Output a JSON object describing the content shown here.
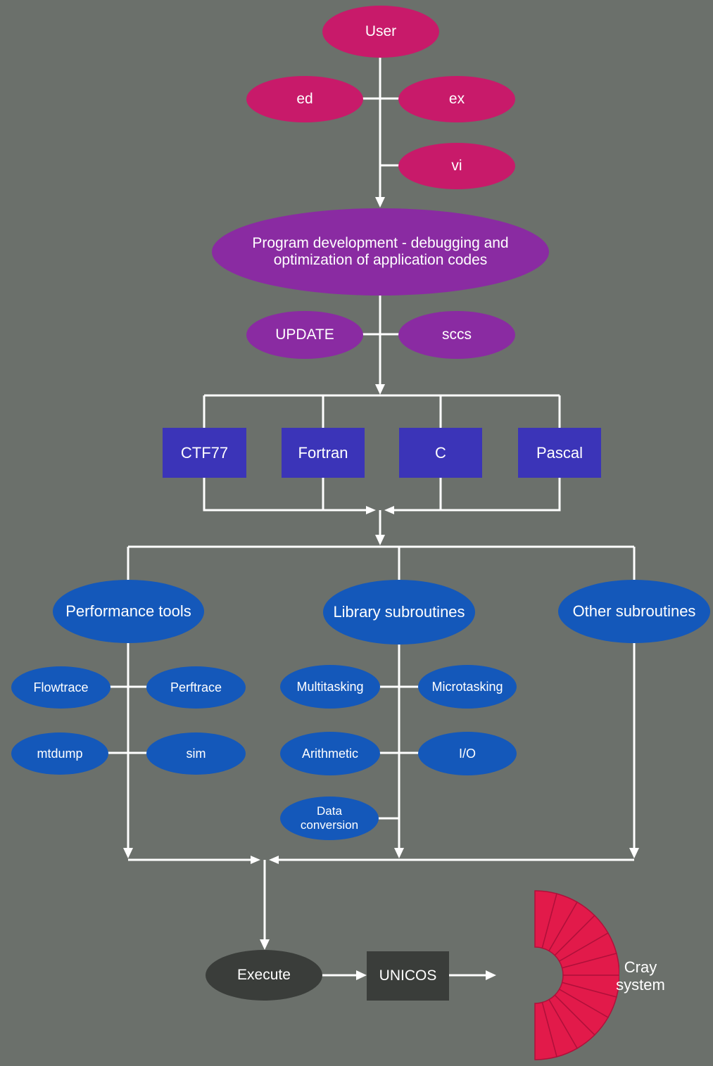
{
  "nodes": {
    "user": "User",
    "ed": "ed",
    "ex": "ex",
    "vi": "vi",
    "program_dev_line1": "Program development - debugging and",
    "program_dev_line2": "optimization of application codes",
    "update": "UPDATE",
    "sccs": "sccs",
    "ctf77": "CTF77",
    "fortran": "Fortran",
    "c": "C",
    "pascal": "Pascal",
    "performance_tools": "Performance tools",
    "library_subroutines": "Library subroutines",
    "other_subroutines": "Other subroutines",
    "flowtrace": "Flowtrace",
    "perftrace": "Perftrace",
    "mtdump": "mtdump",
    "sim": "sim",
    "multitasking": "Multitasking",
    "microtasking": "Microtasking",
    "arithmetic": "Arithmetic",
    "io": "I/O",
    "data_conversion_line1": "Data",
    "data_conversion_line2": "conversion",
    "execute": "Execute",
    "unicos": "UNICOS",
    "cray_line1": "Cray",
    "cray_line2": "system"
  },
  "colors": {
    "background": "#6b706b",
    "magenta": "#c81a6a",
    "purple": "#8a2ba2",
    "indigo": "#3b34b8",
    "blue": "#1458ba",
    "dark": "#3a3d3a",
    "cray_red": "#e21a4a",
    "connector": "#ffffff"
  }
}
